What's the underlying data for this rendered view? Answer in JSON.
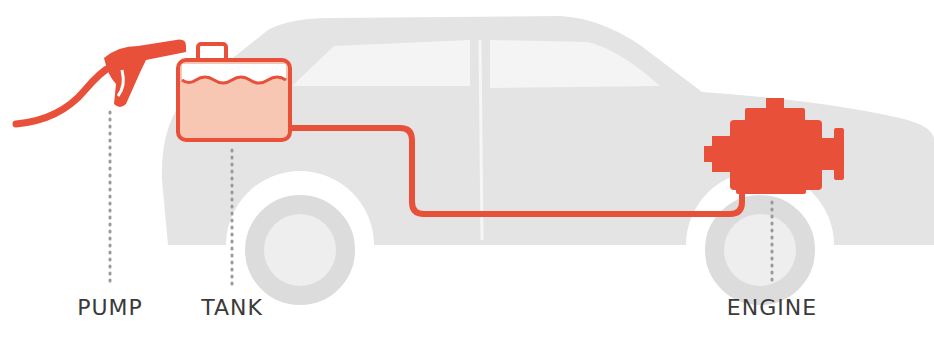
{
  "diagram": {
    "labels": [
      "PUMP",
      "TANK",
      "ENGINE"
    ]
  }
}
